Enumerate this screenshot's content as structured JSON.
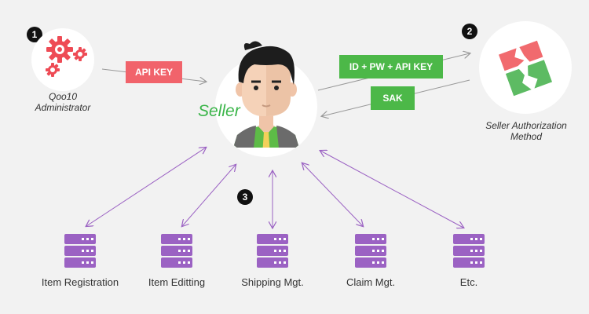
{
  "badges": {
    "admin": "1",
    "auth": "2",
    "services": "3"
  },
  "admin": {
    "label_line1": "Qoo10",
    "label_line2": "Administrator"
  },
  "auth": {
    "label_line1": "Seller Authorization",
    "label_line2": "Method"
  },
  "seller": {
    "label": "Seller"
  },
  "tags": {
    "api_key": "API KEY",
    "id_pw_api_key": "ID + PW + API KEY",
    "sak": "SAK"
  },
  "services": [
    {
      "label": "Item Registration"
    },
    {
      "label": "Item Editting"
    },
    {
      "label": "Shipping Mgt."
    },
    {
      "label": "Claim Mgt."
    },
    {
      "label": "Etc."
    }
  ],
  "colors": {
    "red_tag": "#f1636b",
    "green_tag": "#4cb848",
    "gear": "#ee4b55",
    "server": "#9b62c3",
    "arrow_purple": "#9b62c3",
    "arrow_gray": "#999999",
    "logo_red": "#f16a6e",
    "logo_green": "#5dbb63"
  }
}
